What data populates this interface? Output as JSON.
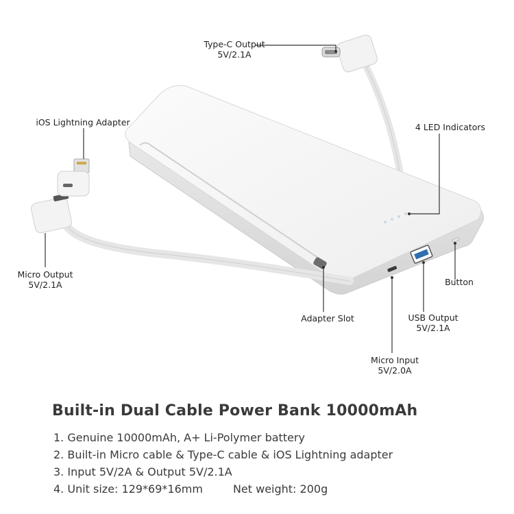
{
  "callouts": {
    "type_c": {
      "name": "Type-C Output",
      "spec": "5V/2.1A"
    },
    "lightning": {
      "name": "iOS Lightning Adapter"
    },
    "led": {
      "name": "4 LED Indicators"
    },
    "micro_output": {
      "name": "Micro  Output",
      "spec": "5V/2.1A"
    },
    "button": {
      "name": "Button"
    },
    "adapter_slot": {
      "name": "Adapter Slot"
    },
    "usb_output": {
      "name": "USB Output",
      "spec": "5V/2.1A"
    },
    "micro_input": {
      "name": "Micro Input",
      "spec": "5V/2.0A"
    }
  },
  "product": {
    "title": "Built-in Dual Cable Power Bank 10000mAh",
    "specs": [
      {
        "text": "1. Genuine 10000mAh, A+ Li-Polymer battery"
      },
      {
        "text": "2. Built-in Micro cable & Type-C cable & iOS Lightning adapter"
      },
      {
        "text": "3. Input 5V/2A & Output 5V/2.1A"
      },
      {
        "text": "4. Unit size: 129*69*16mm",
        "extra": "Net weight: 200g"
      }
    ]
  },
  "colors": {
    "body": "#f7f7f7",
    "edge": "#dcdcdc",
    "leader": "#333333",
    "led": "#cfd8e6"
  }
}
